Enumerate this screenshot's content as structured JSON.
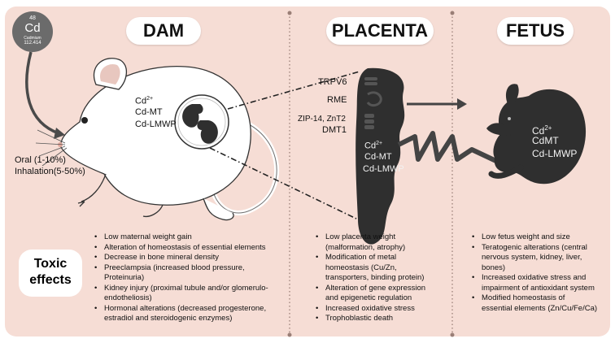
{
  "headers": {
    "dam": "DAM",
    "placenta": "PLACENTA",
    "fetus": "FETUS"
  },
  "cadmium": {
    "atomic_number": "48",
    "symbol": "Cd",
    "name": "Cadmium",
    "mass": "112.414"
  },
  "exposure": {
    "oral": "Oral (1-10%)",
    "inhalation": "Inhalation(5-50%)"
  },
  "dam_species": {
    "ion": "Cd",
    "ion_charge": "2+",
    "mt": "Cd-MT",
    "lmwp": "Cd-LMWP"
  },
  "transporters": {
    "trpv6": "TRPV6",
    "rme": "RME",
    "zip": "ZIP-14, ZnT2",
    "dmt1": "DMT1"
  },
  "placenta_species": {
    "ion": "Cd",
    "ion_charge": "2+",
    "mt": "Cd-MT",
    "lmwp": "Cd-LMWP"
  },
  "fetus_species": {
    "ion": "Cd",
    "ion_charge": "2+",
    "mt": "CdMT",
    "lmwp": "Cd-LMWP"
  },
  "toxic_label": {
    "line1": "Toxic",
    "line2": "effects"
  },
  "dam_effects": [
    "Low maternal weight gain",
    "Alteration of homeostasis of essential elements",
    "Decrease in bone mineral density",
    "Preeclampsia (increased blood pressure,",
    "Proteinuria)",
    "Kidney injury (proximal tubule and/or glomerulo-",
    "endotheliosis)",
    "Hormonal alterations (decreased progesterone,",
    "estradiol and steroidogenic enzymes)"
  ],
  "placenta_effects": [
    "Low placenta weight",
    "(malformation, atrophy)",
    "Modification of metal",
    "homeostasis (Cu/Zn,",
    "transporters, binding protein)",
    "Alteration of gene expression",
    "and epigenetic regulation",
    "Increased oxidative stress",
    "Trophoblastic death"
  ],
  "fetus_effects": [
    "Low fetus weight and size",
    "Teratogenic alterations (central",
    "nervous system, kidney, liver,",
    "bones)",
    "Increased oxidative stress and",
    "impairment of antioxidant system",
    "Modified homeostasis of",
    "essential elements (Zn/Cu/Fe/Ca)"
  ],
  "colors": {
    "panel": "#f6ddd5",
    "dark": "#2f2f2f",
    "badge": "#6b6b6b",
    "divider": "#9a7f77"
  }
}
